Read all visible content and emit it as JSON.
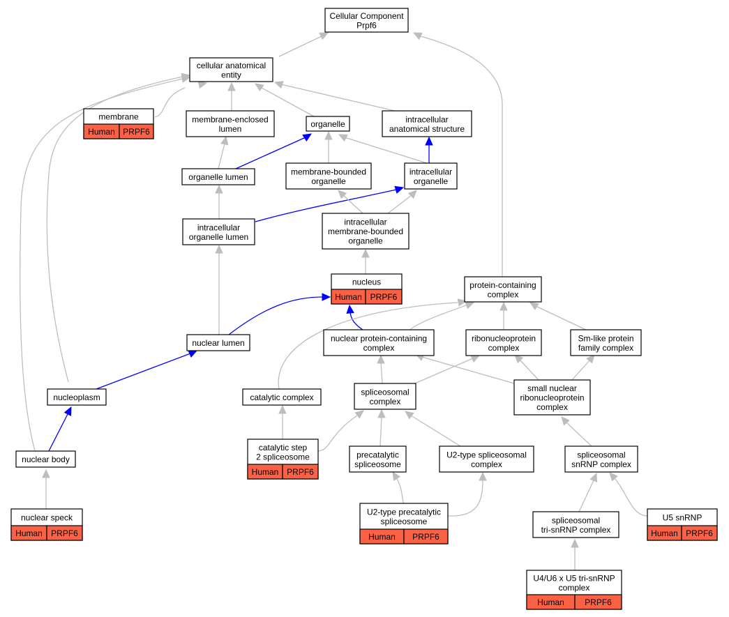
{
  "nodes": {
    "root": {
      "lines": [
        "Cellular Component",
        "Prpf6"
      ]
    },
    "cae": {
      "lines": [
        "cellular anatomical",
        "entity"
      ]
    },
    "membrane": {
      "lines": [
        "membrane"
      ],
      "tags": [
        "Human",
        "PRPF6"
      ]
    },
    "mel": {
      "lines": [
        "membrane-enclosed",
        "lumen"
      ]
    },
    "organelle": {
      "lines": [
        "organelle"
      ]
    },
    "ias": {
      "lines": [
        "intracellular",
        "anatomical structure"
      ]
    },
    "olumen": {
      "lines": [
        "organelle lumen"
      ]
    },
    "mbo": {
      "lines": [
        "membrane-bounded",
        "organelle"
      ]
    },
    "io": {
      "lines": [
        "intracellular",
        "organelle"
      ]
    },
    "iol": {
      "lines": [
        "intracellular",
        "organelle lumen"
      ]
    },
    "imbo": {
      "lines": [
        "intracellular",
        "membrane-bounded",
        "organelle"
      ]
    },
    "nucleus": {
      "lines": [
        "nucleus"
      ],
      "tags": [
        "Human",
        "PRPF6"
      ]
    },
    "pcc": {
      "lines": [
        "protein-containing",
        "complex"
      ]
    },
    "nlumen": {
      "lines": [
        "nuclear lumen"
      ]
    },
    "npcc": {
      "lines": [
        "nuclear protein-containing",
        "complex"
      ]
    },
    "rnp": {
      "lines": [
        "ribonucleoprotein",
        "complex"
      ]
    },
    "smlike": {
      "lines": [
        "Sm-like protein",
        "family complex"
      ]
    },
    "nucleoplasm": {
      "lines": [
        "nucleoplasm"
      ]
    },
    "catalytic": {
      "lines": [
        "catalytic complex"
      ]
    },
    "spliceo": {
      "lines": [
        "spliceosomal",
        "complex"
      ]
    },
    "snrnp": {
      "lines": [
        "small nuclear",
        "ribonucleoprotein",
        "complex"
      ]
    },
    "nbody": {
      "lines": [
        "nuclear body"
      ]
    },
    "cs2": {
      "lines": [
        "catalytic step",
        "2 spliceosome"
      ],
      "tags": [
        "Human",
        "PRPF6"
      ]
    },
    "precat": {
      "lines": [
        "precatalytic",
        "spliceosome"
      ]
    },
    "u2type": {
      "lines": [
        "U2-type spliceosomal",
        "complex"
      ]
    },
    "ssnrnp": {
      "lines": [
        "spliceosomal",
        "snRNP complex"
      ]
    },
    "nspeck": {
      "lines": [
        "nuclear speck"
      ],
      "tags": [
        "Human",
        "PRPF6"
      ]
    },
    "u2precat": {
      "lines": [
        "U2-type precatalytic",
        "spliceosome"
      ],
      "tags": [
        "Human",
        "PRPF6"
      ]
    },
    "tri": {
      "lines": [
        "spliceosomal",
        "tri-snRNP complex"
      ]
    },
    "u5": {
      "lines": [
        "U5 snRNP"
      ],
      "tags": [
        "Human",
        "PRPF6"
      ]
    },
    "u4u6": {
      "lines": [
        "U4/U6 x U5 tri-snRNP",
        "complex"
      ],
      "tags": [
        "Human",
        "PRPF6"
      ]
    }
  },
  "edges": [
    {
      "from": "cae",
      "to": "root",
      "kind": "is_a"
    },
    {
      "from": "pcc",
      "to": "root",
      "kind": "is_a"
    },
    {
      "from": "membrane",
      "to": "cae",
      "kind": "is_a"
    },
    {
      "from": "mel",
      "to": "cae",
      "kind": "is_a"
    },
    {
      "from": "organelle",
      "to": "cae",
      "kind": "is_a"
    },
    {
      "from": "ias",
      "to": "cae",
      "kind": "is_a"
    },
    {
      "from": "nucleoplasm",
      "to": "cae",
      "kind": "is_a"
    },
    {
      "from": "nbody",
      "to": "cae",
      "kind": "is_a"
    },
    {
      "from": "olumen",
      "to": "mel",
      "kind": "is_a"
    },
    {
      "from": "olumen",
      "to": "organelle",
      "kind": "part_of"
    },
    {
      "from": "mbo",
      "to": "organelle",
      "kind": "is_a"
    },
    {
      "from": "io",
      "to": "organelle",
      "kind": "is_a"
    },
    {
      "from": "io",
      "to": "ias",
      "kind": "part_of"
    },
    {
      "from": "iol",
      "to": "olumen",
      "kind": "is_a"
    },
    {
      "from": "iol",
      "to": "io",
      "kind": "part_of"
    },
    {
      "from": "imbo",
      "to": "mbo",
      "kind": "is_a"
    },
    {
      "from": "imbo",
      "to": "io",
      "kind": "is_a"
    },
    {
      "from": "nucleus",
      "to": "imbo",
      "kind": "is_a"
    },
    {
      "from": "nlumen",
      "to": "iol",
      "kind": "is_a"
    },
    {
      "from": "nlumen",
      "to": "nucleus",
      "kind": "part_of"
    },
    {
      "from": "npcc",
      "to": "nucleus",
      "kind": "part_of"
    },
    {
      "from": "npcc",
      "to": "pcc",
      "kind": "is_a"
    },
    {
      "from": "rnp",
      "to": "pcc",
      "kind": "is_a"
    },
    {
      "from": "smlike",
      "to": "pcc",
      "kind": "is_a"
    },
    {
      "from": "catalytic",
      "to": "pcc",
      "kind": "is_a"
    },
    {
      "from": "nucleoplasm",
      "to": "nlumen",
      "kind": "part_of"
    },
    {
      "from": "spliceo",
      "to": "npcc",
      "kind": "is_a"
    },
    {
      "from": "spliceo",
      "to": "rnp",
      "kind": "is_a"
    },
    {
      "from": "snrnp",
      "to": "npcc",
      "kind": "is_a"
    },
    {
      "from": "snrnp",
      "to": "rnp",
      "kind": "is_a"
    },
    {
      "from": "snrnp",
      "to": "smlike",
      "kind": "is_a"
    },
    {
      "from": "nbody",
      "to": "nucleoplasm",
      "kind": "part_of"
    },
    {
      "from": "cs2",
      "to": "catalytic",
      "kind": "is_a"
    },
    {
      "from": "cs2",
      "to": "spliceo",
      "kind": "is_a"
    },
    {
      "from": "precat",
      "to": "spliceo",
      "kind": "is_a"
    },
    {
      "from": "u2type",
      "to": "spliceo",
      "kind": "is_a"
    },
    {
      "from": "ssnrnp",
      "to": "snrnp",
      "kind": "is_a"
    },
    {
      "from": "nspeck",
      "to": "nbody",
      "kind": "is_a"
    },
    {
      "from": "u2precat",
      "to": "precat",
      "kind": "is_a"
    },
    {
      "from": "u2precat",
      "to": "u2type",
      "kind": "is_a"
    },
    {
      "from": "tri",
      "to": "ssnrnp",
      "kind": "is_a"
    },
    {
      "from": "u5",
      "to": "ssnrnp",
      "kind": "is_a"
    },
    {
      "from": "u4u6",
      "to": "tri",
      "kind": "is_a"
    }
  ],
  "colors": {
    "is_a_edge": "#bdbdbd",
    "part_of_edge": "#0000ff",
    "annotation_fill": "#fb6245",
    "node_fill": "#ffffff",
    "node_border": "#000000"
  }
}
